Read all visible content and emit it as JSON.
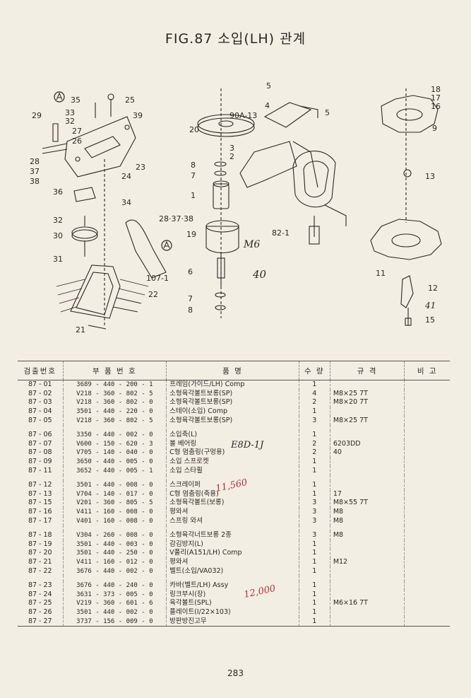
{
  "title": "FIG.87 소입(LH) 관계",
  "diagram": {
    "callouts": [
      "35",
      "25",
      "29",
      "33",
      "32",
      "39",
      "27",
      "26",
      "23",
      "28",
      "37",
      "38",
      "24",
      "36",
      "34",
      "32",
      "30",
      "31",
      "22",
      "21",
      "28·37·38",
      "107-1",
      "5",
      "4",
      "90A-13",
      "5",
      "20",
      "3",
      "2",
      "8",
      "7",
      "1",
      "19",
      "6",
      "40",
      "7",
      "8",
      "82-1",
      "18",
      "17",
      "16",
      "9",
      "13",
      "11",
      "12",
      "41",
      "15"
    ],
    "handwritten": [
      "M6"
    ]
  },
  "table": {
    "headers": [
      "검출번호",
      "부 품 번 호",
      "품 명",
      "수 량",
      "규 격",
      "비 고"
    ],
    "groups": [
      [
        {
          "no": "87 - 01",
          "part": "3689 - 440 - 200 - 1",
          "name": "프레임(가이드/LH) Comp",
          "qty": "1",
          "spec": "",
          "note": ""
        },
        {
          "no": "87 - 02",
          "part": "V218 - 360 - 802 - 5",
          "name": "소형육각볼트보롱(SP)",
          "qty": "4",
          "spec": "M8×25 7T",
          "note": ""
        },
        {
          "no": "87 - 03",
          "part": "V218 - 360 - 802 - 0",
          "name": "소형육각볼트보롱(SP)",
          "qty": "2",
          "spec": "M8×20 7T",
          "note": ""
        },
        {
          "no": "87 - 04",
          "part": "3501 - 440 - 220 - 0",
          "name": "스테이(소입) Comp",
          "qty": "1",
          "spec": "",
          "note": ""
        },
        {
          "no": "87 - 05",
          "part": "V218 - 360 - 802 - 5",
          "name": "소형육각볼트보롱(SP)",
          "qty": "3",
          "spec": "M8×25 7T",
          "note": ""
        }
      ],
      [
        {
          "no": "87 - 06",
          "part": "3350 - 440 - 002 - 0",
          "name": "소입축(L)",
          "qty": "1",
          "spec": "",
          "note": ""
        },
        {
          "no": "87 - 07",
          "part": "V600 - 150 - 620 - 3",
          "name": "볼 베어링",
          "qty": "2",
          "spec": "6203DD",
          "note": ""
        },
        {
          "no": "87 - 08",
          "part": "V705 - 140 - 040 - 0",
          "name": "C형 멈춤링(구멍용)",
          "qty": "2",
          "spec": "40",
          "note": ""
        },
        {
          "no": "87 - 09",
          "part": "3650 - 440 - 005 - 0",
          "name": "소입 스프로켓",
          "qty": "1",
          "spec": "",
          "note": ""
        },
        {
          "no": "87 - 11",
          "part": "3652 - 440 - 005 - 1",
          "name": "소입 스타휠",
          "qty": "1",
          "spec": "",
          "note": ""
        }
      ],
      [
        {
          "no": "87 - 12",
          "part": "3501 - 440 - 008 - 0",
          "name": "스크레이퍼",
          "qty": "1",
          "spec": "",
          "note": ""
        },
        {
          "no": "87 - 13",
          "part": "V704 - 140 - 017 - 0",
          "name": "C형 멈춤링(축용)",
          "qty": "1",
          "spec": "17",
          "note": ""
        },
        {
          "no": "87 - 15",
          "part": "V201 - 360 - 805 - 5",
          "name": "소형육각볼트(보롱)",
          "qty": "3",
          "spec": "M8×55 7T",
          "note": ""
        },
        {
          "no": "87 - 16",
          "part": "V411 - 160 - 008 - 0",
          "name": "평와셔",
          "qty": "3",
          "spec": "M8",
          "note": ""
        },
        {
          "no": "87 - 17",
          "part": "V401 - 160 - 008 - 0",
          "name": "스프링 와셔",
          "qty": "3",
          "spec": "M8",
          "note": ""
        }
      ],
      [
        {
          "no": "87 - 18",
          "part": "V304 - 260 - 008 - 0",
          "name": "소형육각너트보롱 2종",
          "qty": "3",
          "spec": "M8",
          "note": ""
        },
        {
          "no": "87 - 19",
          "part": "3501 - 440 - 003 - 0",
          "name": "감김방지(L)",
          "qty": "1",
          "spec": "",
          "note": ""
        },
        {
          "no": "87 - 20",
          "part": "3501 - 440 - 250 - 0",
          "name": "V풀리(A151/LH) Comp",
          "qty": "1",
          "spec": "",
          "note": ""
        },
        {
          "no": "87 - 21",
          "part": "V411 - 160 - 012 - 0",
          "name": "평와셔",
          "qty": "1",
          "spec": "M12",
          "note": ""
        },
        {
          "no": "87 - 22",
          "part": "3676 - 440 - 002 - 0",
          "name": "벨트(소입/VA032)",
          "qty": "1",
          "spec": "",
          "note": ""
        }
      ],
      [
        {
          "no": "87 - 23",
          "part": "3676 - 440 - 240 - 0",
          "name": "카바(벨트/LH) Assy",
          "qty": "1",
          "spec": "",
          "note": ""
        },
        {
          "no": "87 - 24",
          "part": "3631 - 373 - 005 - 0",
          "name": "링크부시(장)",
          "qty": "1",
          "spec": "",
          "note": ""
        },
        {
          "no": "87 - 25",
          "part": "V219 - 360 - 601 - 6",
          "name": "육각볼트(SPL)",
          "qty": "1",
          "spec": "M6×16 7T",
          "note": ""
        },
        {
          "no": "87 - 26",
          "part": "3501 - 440 - 002 - 0",
          "name": "플레이트(I/22×103)",
          "qty": "1",
          "spec": "",
          "note": ""
        },
        {
          "no": "87 - 27",
          "part": "3737 - 156 - 009 - 0",
          "name": "방판방진고무",
          "qty": "1",
          "spec": "",
          "note": ""
        }
      ]
    ],
    "annotations": [
      "E8D-1J",
      "11,560",
      "12,000"
    ]
  },
  "page_number": "283"
}
